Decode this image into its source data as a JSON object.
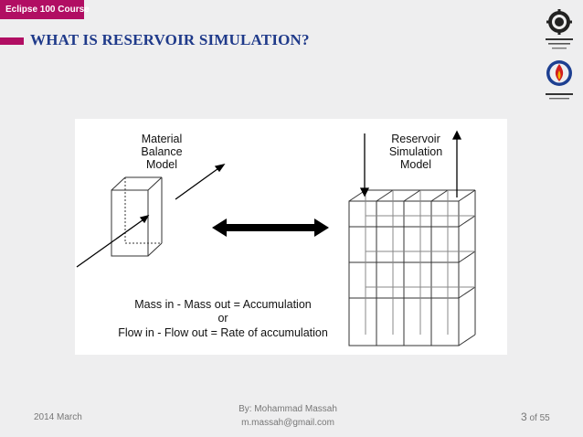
{
  "course_tag": "Eclipse 100 Course",
  "title": "WHAT IS RESERVOIR SIMULATION?",
  "figure": {
    "material_balance_label": [
      "Material",
      "Balance",
      "Model"
    ],
    "reservoir_sim_label": [
      "Reservoir",
      "Simulation",
      "Model"
    ],
    "equation_line1": "Mass in - Mass out = Accumulation",
    "equation_line2": "or",
    "equation_line3": "Flow in - Flow out = Rate of accumulation"
  },
  "footer": {
    "date": "2014 March",
    "author_line1": "By: Mohammad Massah",
    "author_line2": "m.massah@gmail.com",
    "page_number": "3",
    "page_total": "of 55"
  },
  "colors": {
    "accent": "#b10e63",
    "title": "#1f3a8a",
    "background": "#eeeeef"
  },
  "icons": [
    "university-logo-amirkabir",
    "university-logo-petroleum"
  ]
}
